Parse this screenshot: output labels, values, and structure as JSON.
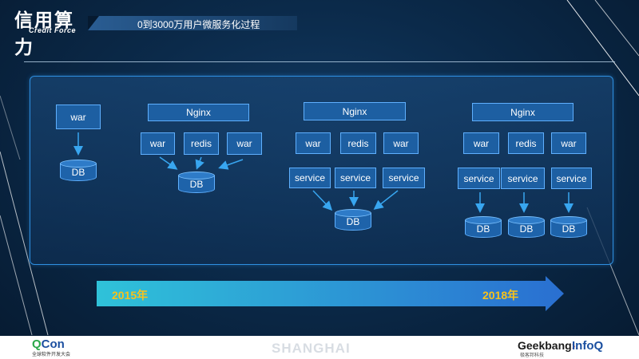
{
  "header": {
    "logo_cn": "信用算力",
    "logo_en": "Credit Force",
    "title": "0到3000万用户微服务化过程"
  },
  "stages": {
    "s1": {
      "war": "war",
      "db": "DB"
    },
    "s2": {
      "nginx": "Nginx",
      "war_left": "war",
      "redis": "redis",
      "war_right": "war",
      "db": "DB"
    },
    "s3": {
      "nginx": "Nginx",
      "war_left": "war",
      "redis": "redis",
      "war_right": "war",
      "service_1": "service",
      "service_2": "service",
      "service_3": "service",
      "db": "DB"
    },
    "s4": {
      "nginx": "Nginx",
      "war_left": "war",
      "redis": "redis",
      "war_right": "war",
      "service_1": "service",
      "service_2": "service",
      "service_3": "service",
      "db_1": "DB",
      "db_2": "DB",
      "db_3": "DB"
    }
  },
  "timeline": {
    "start_year": "2015年",
    "end_year": "2018年"
  },
  "footer": {
    "qcon_q": "Q",
    "qcon_rest": "Con",
    "qcon_sub": "全球软件开发大会",
    "city": "SHANGHAI",
    "geek_prefix": "Geekbang",
    "geek_x": "›.",
    "geek_sub": "极客邦科技",
    "infoq": "InfoQ"
  },
  "colors": {
    "year": "#f7c21b",
    "box": "#1d5fa2",
    "border": "#5fb0ff",
    "arrow": "#38a6f0"
  }
}
